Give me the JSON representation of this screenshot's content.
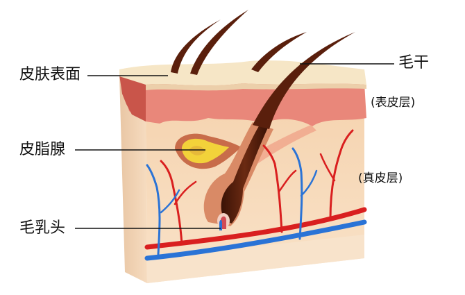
{
  "labels": {
    "skin_surface": "皮肤表面",
    "hair_shaft": "毛干",
    "epidermis": "(表皮层)",
    "sebaceous_gland": "皮脂腺",
    "dermis": "(真皮层)",
    "hair_papilla": "毛乳头"
  },
  "colors": {
    "surface": "#f6e6c6",
    "epidermis": "#e9877a",
    "dermis": "#f3c9a3",
    "hair": "#5a1f0c",
    "sebaceous": "#f2d23a",
    "artery": "#d91f1f",
    "vein": "#2a73d6"
  }
}
